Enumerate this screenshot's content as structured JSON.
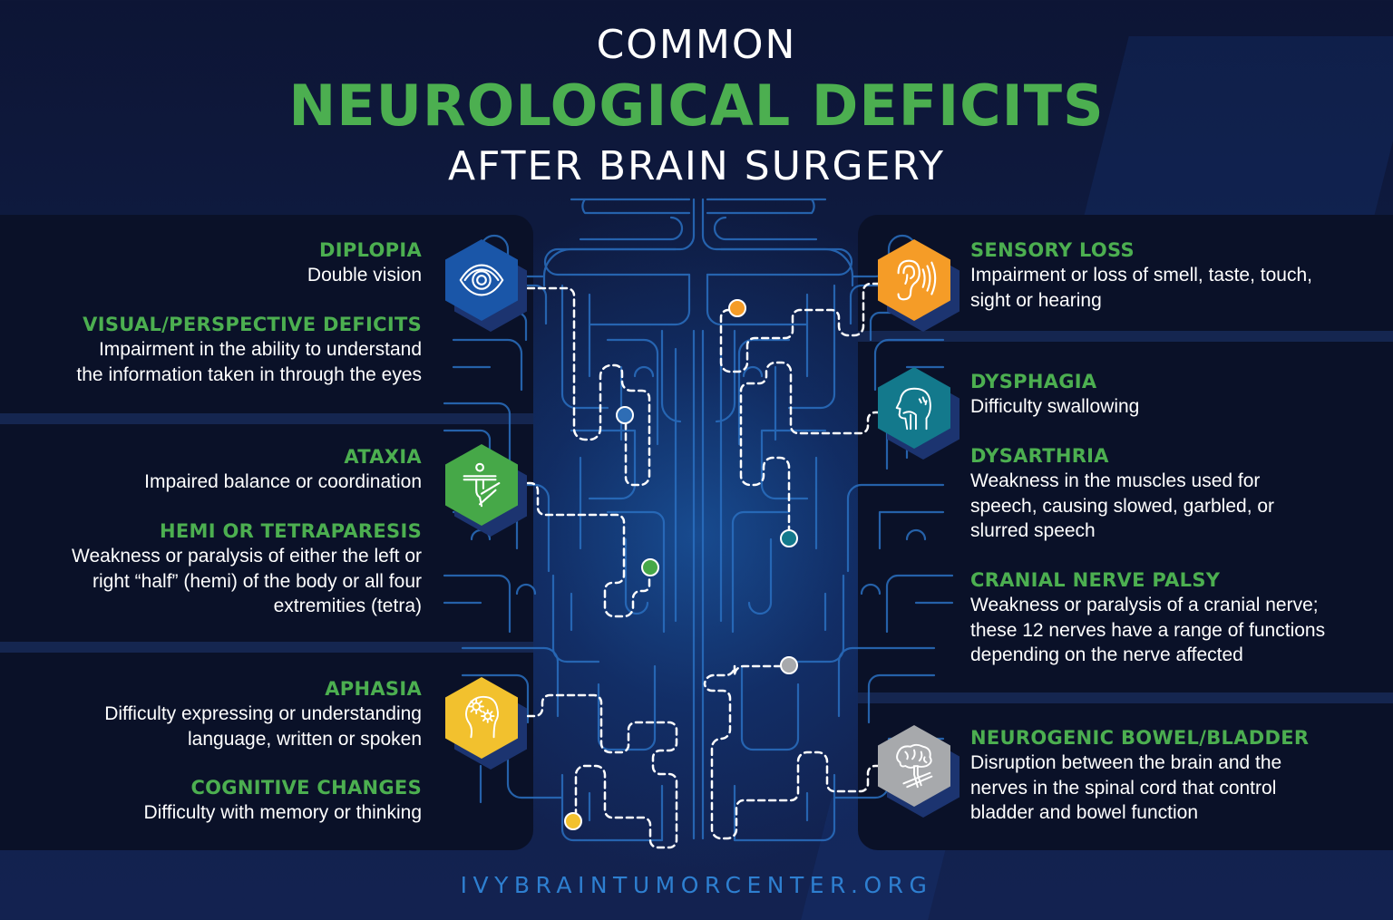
{
  "header": {
    "title_top": "COMMON",
    "title_main": "NEUROLOGICAL DEFICITS",
    "title_bottom": "AFTER BRAIN SURGERY"
  },
  "colors": {
    "background": "#0d1535",
    "panel": "#0a1128",
    "title_green": "#4caf50",
    "footer_blue": "#2e7fd0",
    "maze_line": "#2a6fc0"
  },
  "left_groups": [
    {
      "icon": "eye-icon",
      "icon_color": "#1a56a8",
      "dot_color": "#2e6db5",
      "entries": [
        {
          "title": "DIPLOPIA",
          "description": [
            "Double vision"
          ]
        },
        {
          "title": "VISUAL/PERSPECTIVE DEFICITS",
          "description": [
            "Impairment in the ability to understand",
            "the information taken in through the eyes"
          ]
        }
      ]
    },
    {
      "icon": "balance-figure-icon",
      "icon_color": "#46a848",
      "dot_color": "#46a848",
      "entries": [
        {
          "title": "ATAXIA",
          "description": [
            "Impaired balance or coordination"
          ]
        },
        {
          "title": "HEMI OR TETRAPARESIS",
          "description": [
            "Weakness or paralysis of either the left or",
            "right “half” (hemi) of the body or all four",
            "extremities (tetra)"
          ]
        }
      ]
    },
    {
      "icon": "head-gears-icon",
      "icon_color": "#f2c12e",
      "dot_color": "#f2c12e",
      "entries": [
        {
          "title": "APHASIA",
          "description": [
            "Difficulty expressing or understanding",
            "language, written or spoken"
          ]
        },
        {
          "title": "COGNITIVE CHANGES",
          "description": [
            "Difficulty with memory or thinking"
          ]
        }
      ]
    }
  ],
  "right_groups": [
    {
      "icon": "ear-icon",
      "icon_color": "#f59c27",
      "dot_color": "#f59c27",
      "entries": [
        {
          "title": "SENSORY LOSS",
          "description": [
            "Impairment or loss of smell, taste, touch,",
            "sight or hearing"
          ]
        }
      ]
    },
    {
      "icon": "throat-profile-icon",
      "icon_color": "#13798c",
      "dot_color": "#13798c",
      "entries": [
        {
          "title": "DYSPHAGIA",
          "description": [
            "Difficulty swallowing"
          ]
        },
        {
          "title": "DYSARTHRIA",
          "description": [
            "Weakness in the muscles used for",
            "speech, causing slowed, garbled, or",
            "slurred speech"
          ]
        },
        {
          "title": "CRANIAL NERVE PALSY",
          "description": [
            "Weakness or paralysis of a cranial nerve;",
            "these 12 nerves have a range of functions",
            "depending on the nerve affected"
          ]
        }
      ]
    },
    {
      "icon": "brain-spine-icon",
      "icon_color": "#a7a9ac",
      "dot_color": "#a7a9ac",
      "entries": [
        {
          "title": "NEUROGENIC BOWEL/BLADDER",
          "description": [
            "Disruption between the brain and the",
            "nerves in the spinal cord that control",
            "bladder and bowel function"
          ]
        }
      ]
    }
  ],
  "footer": {
    "url": "IVYBRAINTUMORCENTER.ORG"
  }
}
